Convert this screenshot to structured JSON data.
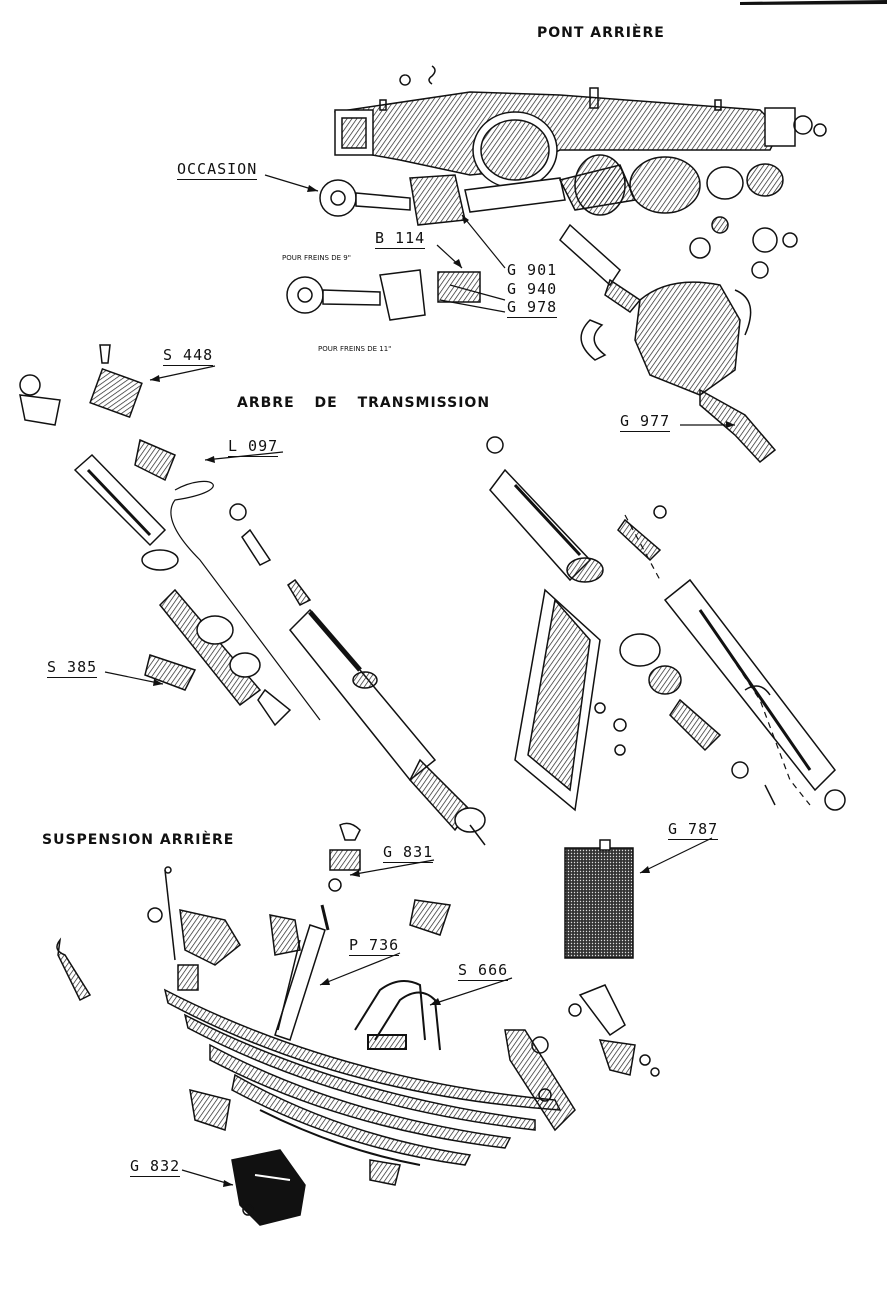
{
  "sections": {
    "rear_axle": "PONT ARRIÈRE",
    "transmission": "ARBRE DE TRANSMISSION",
    "rear_suspension": "SUSPENSION ARRIÈRE"
  },
  "notes": {
    "brakes_9": "POUR FREINS DE 9\"",
    "brakes_11": "POUR FREINS DE 11\""
  },
  "part_labels": {
    "occasion": "OCCASION",
    "b114": "B 114",
    "g901": "G 901",
    "g940": "G 940",
    "g978": "G 978",
    "g977": "G 977",
    "s448": "S 448",
    "l097": "L 097",
    "s385": "S 385",
    "g831": "G 831",
    "g787": "G 787",
    "p736": "P 736",
    "s666": "S 666",
    "g832": "G 832"
  }
}
